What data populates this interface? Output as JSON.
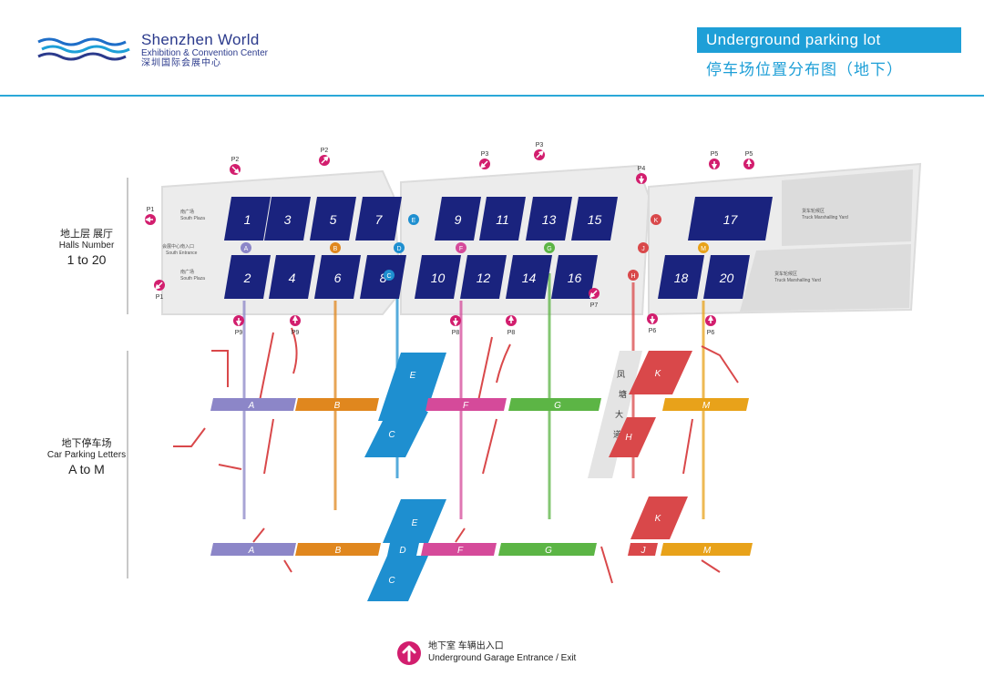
{
  "header": {
    "logo_name": "Shenzhen World",
    "logo_sub": "Exhibition & Convention Center",
    "logo_cn": "深圳国际会展中心",
    "title_en": "Underground parking lot",
    "title_cn": "停车场位置分布图（地下）"
  },
  "legend": {
    "halls_cn": "地上层 展厅",
    "halls_en": "Halls Number",
    "halls_range": "1 to 20",
    "parking_cn": "地下停车场",
    "parking_en": "Car Parking Letters",
    "parking_range": "A to M"
  },
  "areas": {
    "south_plaza_cn": "南广场",
    "south_plaza_en": "South Plaza",
    "south_entrance_cn": "会展中心南入口",
    "south_entrance_en": "South Entrance",
    "truck_yard_cn": "货车轮候区",
    "truck_yard_en": "Truck Marshalling Yard",
    "road_label": [
      "凤",
      "塘",
      "大",
      "道"
    ]
  },
  "halls": [
    "1",
    "2",
    "3",
    "4",
    "5",
    "6",
    "7",
    "8",
    "9",
    "10",
    "11",
    "12",
    "13",
    "14",
    "15",
    "16",
    "17",
    "18",
    "20"
  ],
  "hall_markers": [
    "A",
    "B",
    "C",
    "D",
    "E",
    "F",
    "G",
    "H",
    "J",
    "K",
    "M"
  ],
  "entrances": [
    "P1",
    "P1",
    "P2",
    "P2",
    "P3",
    "P3",
    "P4",
    "P5",
    "P5",
    "P6",
    "P6",
    "P7",
    "P8",
    "P8",
    "P9",
    "P9"
  ],
  "parking_upper": [
    "A",
    "B",
    "C",
    "E",
    "F",
    "G",
    "H",
    "K",
    "M"
  ],
  "parking_lower": [
    "A",
    "B",
    "C",
    "D",
    "E",
    "F",
    "G",
    "J",
    "K",
    "M"
  ],
  "footer": {
    "cn": "地下室 车辆出入口",
    "en": "Underground Garage Entrance / Exit"
  },
  "colors": {
    "brand": "#2b3a8c",
    "accent": "#1e9fd7",
    "hall": "#1a237e",
    "A": "#8c86c8",
    "B": "#e0871e",
    "C": "#1e8fd0",
    "D": "#1e8fd0",
    "E": "#1e8fd0",
    "F": "#d54a9a",
    "G": "#5cb545",
    "H": "#d9484a",
    "J": "#d9484a",
    "K": "#d9484a",
    "M": "#e8a21a",
    "entrance": "#d21e6e"
  }
}
